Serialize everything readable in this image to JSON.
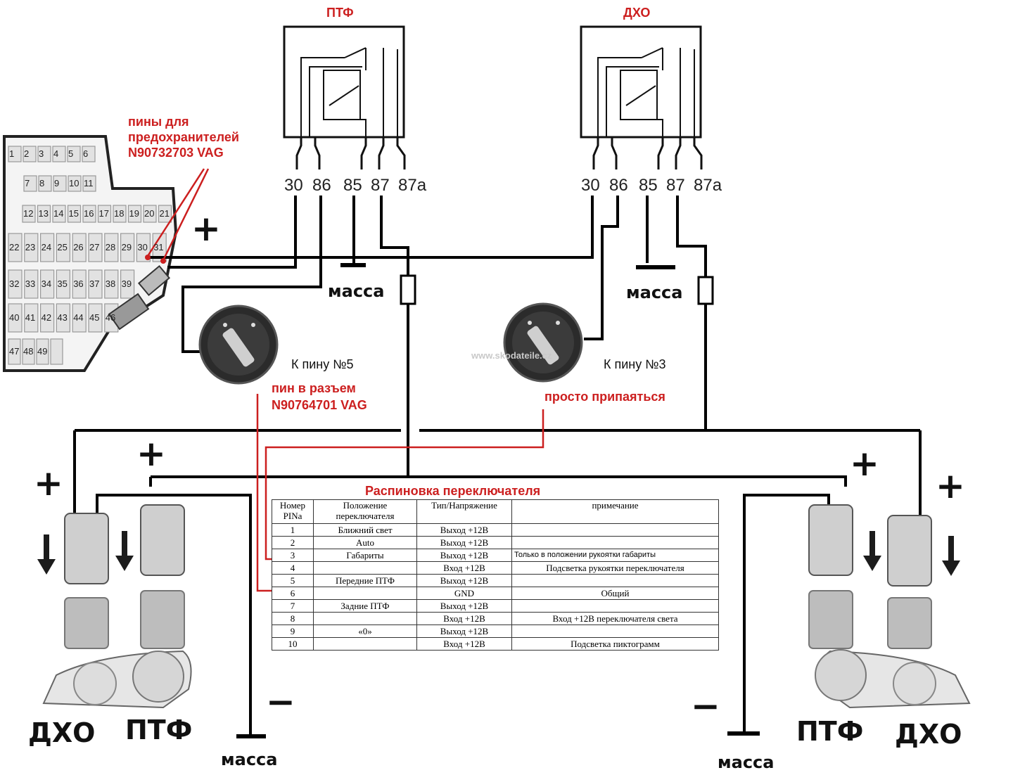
{
  "relays": {
    "left_title": "ПТФ",
    "right_title": "ДХО",
    "pins": [
      "30",
      "86",
      "85",
      "87",
      "87a"
    ]
  },
  "fuse_box": {
    "numbers": [
      "1",
      "2",
      "3",
      "4",
      "5",
      "6",
      "7",
      "8",
      "9",
      "10",
      "11",
      "12",
      "13",
      "14",
      "15",
      "16",
      "17",
      "18",
      "19",
      "20",
      "21",
      "22",
      "23",
      "24",
      "25",
      "26",
      "27",
      "28",
      "29",
      "30",
      "31",
      "32",
      "33",
      "34",
      "35",
      "36",
      "37",
      "38",
      "39",
      "40",
      "41",
      "42",
      "43",
      "44",
      "45",
      "46",
      "47",
      "48",
      "49"
    ]
  },
  "annotations": {
    "fuse_pins_line1": "пины для",
    "fuse_pins_line2": "предохранителей",
    "fuse_pins_line3": "N90732703 VAG",
    "connector_pin_line1": "пин в разъем",
    "connector_pin_line2": "N90764701 VAG",
    "solder": "просто припаяться",
    "to_pin5": "К пину №5",
    "to_pin3": "К пину №3",
    "watermark": "www.skodateile.cz"
  },
  "labels": {
    "ground": "масса",
    "plus": "+",
    "minus": "−",
    "drl_left": "ДХО",
    "fog_left": "ПТФ",
    "fog_right": "ПТФ",
    "drl_right": "ДХО"
  },
  "colors": {
    "wire": "#000000",
    "annotation": "#cc1f1f"
  },
  "pinout_table": {
    "title": "Распиновка переключателя",
    "headers": [
      "Номер PINa",
      "Положение переключателя",
      "Тип/Напряжение",
      "примечание"
    ],
    "rows": [
      [
        "1",
        "Ближний свет",
        "Выход +12В",
        ""
      ],
      [
        "2",
        "Auto",
        "Выход +12В",
        ""
      ],
      [
        "3",
        "Габариты",
        "Выход +12В",
        "Только в положении рукоятки габариты"
      ],
      [
        "4",
        "",
        "Вход +12В",
        "Подсветка рукоятки переключателя"
      ],
      [
        "5",
        "Передние ПТФ",
        "Выход +12В",
        ""
      ],
      [
        "6",
        "",
        "GND",
        "Общий"
      ],
      [
        "7",
        "Задние ПТФ",
        "Выход +12В",
        ""
      ],
      [
        "8",
        "",
        "Вход +12В",
        "Вход +12В переключателя света"
      ],
      [
        "9",
        "«0»",
        "Выход +12В",
        ""
      ],
      [
        "10",
        "",
        "Вход +12В",
        "Подсветка пиктограмм"
      ]
    ]
  }
}
